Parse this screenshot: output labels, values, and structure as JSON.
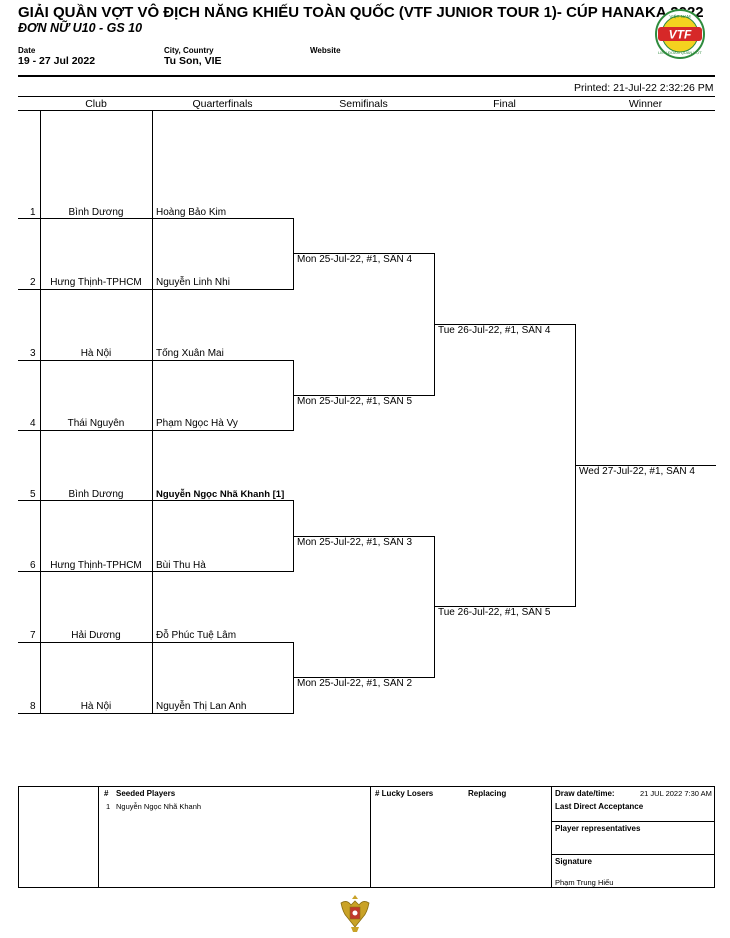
{
  "header": {
    "title": "GIẢI QUẦN VỢT VÔ ĐỊCH NĂNG KHIẾU TOÀN QUỐC (VTF JUNIOR TOUR 1)- CÚP HANAKA 2022",
    "event": "ĐƠN NỮ U10 - GS 10",
    "date_label": "Date",
    "date_value": "19 - 27 Jul 2022",
    "city_label": "City, Country",
    "city_value": "Tu Son, VIE",
    "website_label": "Website",
    "printed": "Printed: 21-Jul-22 2:32:26 PM",
    "logo_text": "VTF",
    "logo_ring_top": "VIỆT NAM",
    "logo_ring_bottom": "LIÊN ĐOÀN QUẦN VỢT"
  },
  "columns": [
    "Club",
    "Quarterfinals",
    "Semifinals",
    "Final",
    "Winner"
  ],
  "entries": [
    {
      "seed": "1",
      "club": "Bình Dương",
      "player": "Hoàng Bảo Kim"
    },
    {
      "seed": "2",
      "club": "Hưng Thịnh-TPHCM",
      "player": "Nguyễn Linh Nhi"
    },
    {
      "seed": "3",
      "club": "Hà Nội",
      "player": "Tống Xuân Mai"
    },
    {
      "seed": "4",
      "club": "Thái Nguyên",
      "player": "Phạm Ngọc Hà Vy"
    },
    {
      "seed": "5",
      "club": "Bình Dương",
      "player": "Nguyễn Ngọc Nhã Khanh [1]"
    },
    {
      "seed": "6",
      "club": "Hưng Thịnh-TPHCM",
      "player": "Bùi Thu Hà"
    },
    {
      "seed": "7",
      "club": "Hải Dương",
      "player": "Đỗ Phúc Tuệ Lâm"
    },
    {
      "seed": "8",
      "club": "Hà Nội",
      "player": "Nguyễn Thị Lan Anh"
    }
  ],
  "semifinal_matches": [
    "Mon 25-Jul-22, #1, SÂN 4",
    "Mon 25-Jul-22, #1, SÂN 5",
    "Mon 25-Jul-22, #1, SÂN 3",
    "Mon 25-Jul-22, #1, SÂN 2"
  ],
  "final_matches": [
    "Tue 26-Jul-22, #1, SÂN 4",
    "Tue 26-Jul-22, #1, SÂN 5"
  ],
  "winner_match": "Wed 27-Jul-22, #1, SÂN 4",
  "footer": {
    "seeded_hash": "#",
    "seeded_label": "Seeded Players",
    "seeded": [
      {
        "num": "1",
        "name": "Nguyễn Ngọc Nhã Khanh"
      }
    ],
    "lucky_label": "# Lucky Losers",
    "replacing_label": "Replacing",
    "draw_date_label": "Draw date/time:",
    "draw_date_value": "21 JUL 2022 7:30 AM",
    "last_direct_label": "Last Direct Acceptance",
    "player_rep_label": "Player representatives",
    "signature_label": "Signature",
    "signature_value": "Phạm Trung Hiếu"
  }
}
